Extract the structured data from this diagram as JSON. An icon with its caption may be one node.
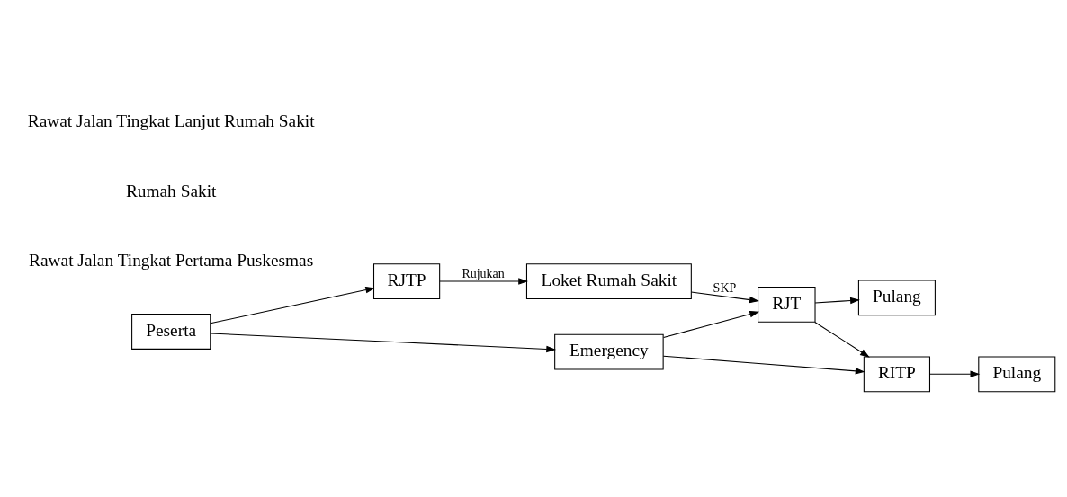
{
  "diagram": {
    "nodes": [
      {
        "text": [
          "Peserta"
        ]
      },
      {
        "text": [
          "RJTP"
        ]
      },
      {
        "text": [
          "Loket Rumah Sakit"
        ]
      },
      {
        "text": [
          "Pulang"
        ]
      },
      {
        "text": [
          "RJT"
        ]
      },
      {
        "text": [
          "RITP"
        ]
      },
      {
        "text": [
          "Pulang"
        ]
      },
      {
        "text": [
          "Emergency"
        ]
      }
    ],
    "edges": [
      {
        "from": 0,
        "to": 1,
        "arrow": "to"
      },
      {
        "from": 1,
        "to": 2,
        "arrow": "to",
        "label": "Rujukan"
      },
      {
        "from": 2,
        "to": 4,
        "arrow": "to",
        "label": "SKP"
      },
      {
        "from": 4,
        "to": 3,
        "arrow": "to"
      },
      {
        "from": 4,
        "to": 5,
        "arrow": "to"
      },
      {
        "from": 5,
        "to": 6,
        "arrow": "to"
      },
      {
        "from": 0,
        "to": 7,
        "arrow": "to"
      },
      {
        "from": 7,
        "to": 4,
        "arrow": "to"
      },
      {
        "from": 7,
        "to": 5,
        "arrow": "to"
      }
    ],
    "labels": [
      "Rawat Jalan Tingkat Pertama Puskesmas",
      "Rumah Sakit",
      "Rawat Jalan Tingkat Lanjut Rumah Sakit"
    ]
  }
}
